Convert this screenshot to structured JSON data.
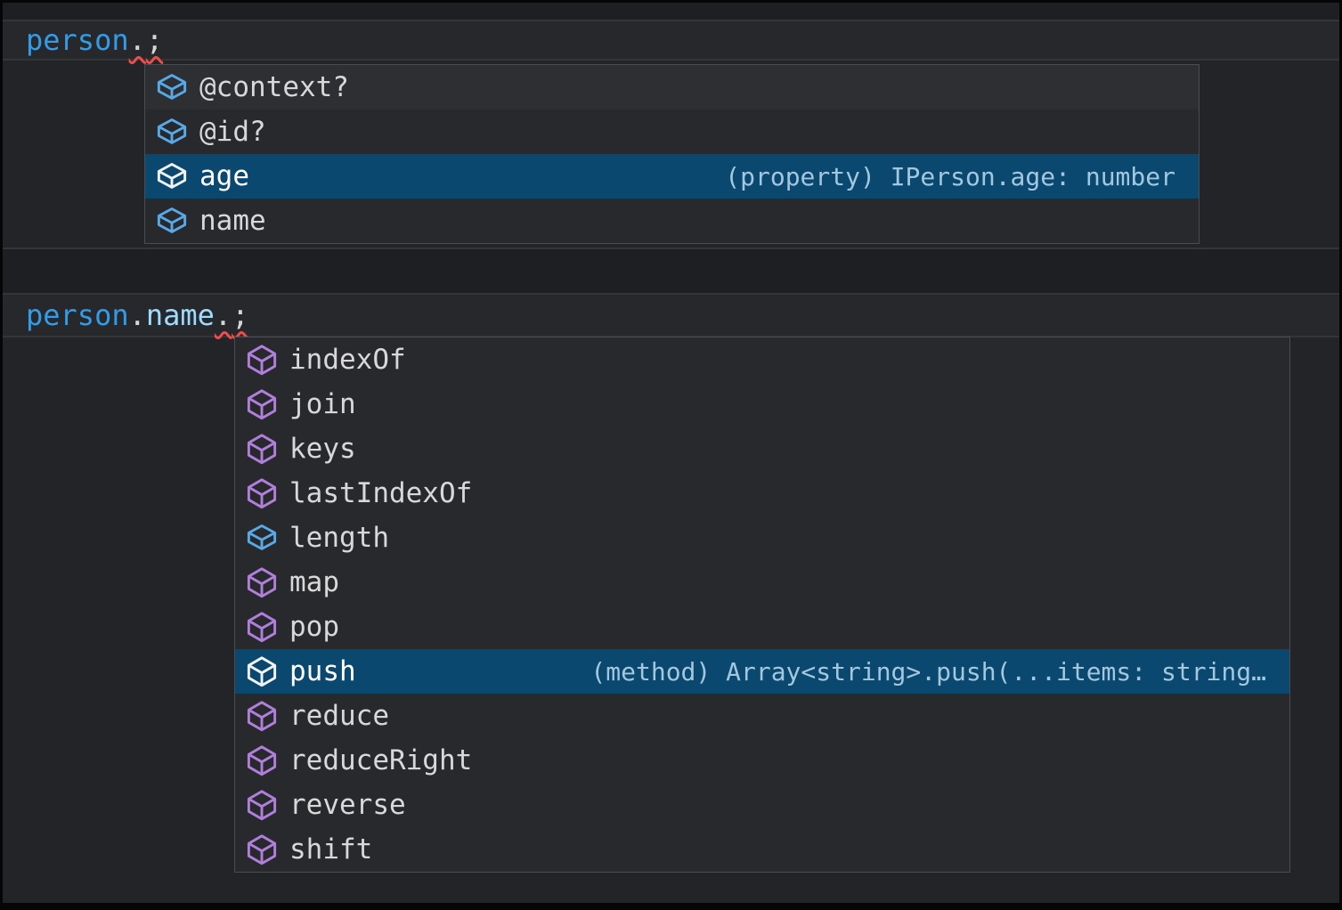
{
  "colors": {
    "selection_background": "#0a4870",
    "error_squiggle": "#f14c4c",
    "field_icon_blue": "#58a9e6",
    "method_icon_purple": "#b07fdb",
    "selected_icon_white": "#f2f2f2",
    "variable_blue": "#339ce8",
    "property_light_blue": "#9cdcfe"
  },
  "editor": {
    "lines": [
      {
        "tokens": [
          {
            "text": "person",
            "kind": "variable"
          },
          {
            "text": ".",
            "kind": "punctuation",
            "squiggle": true
          },
          {
            "text": ";",
            "kind": "punctuation",
            "squiggle": true
          }
        ]
      },
      {
        "tokens": [
          {
            "text": "person",
            "kind": "variable"
          },
          {
            "text": ".",
            "kind": "punctuation"
          },
          {
            "text": "name",
            "kind": "property"
          },
          {
            "text": ".",
            "kind": "punctuation",
            "squiggle": true
          },
          {
            "text": ";",
            "kind": "punctuation",
            "squiggle": true
          }
        ]
      }
    ]
  },
  "suggest_person": {
    "items": [
      {
        "label": "@context?",
        "kind": "field"
      },
      {
        "label": "@id?",
        "kind": "field"
      },
      {
        "label": "age",
        "kind": "field",
        "selected": true,
        "detail": "(property) IPerson.age: number"
      },
      {
        "label": "name",
        "kind": "field"
      }
    ]
  },
  "suggest_person_name": {
    "items": [
      {
        "label": "indexOf",
        "kind": "method"
      },
      {
        "label": "join",
        "kind": "method"
      },
      {
        "label": "keys",
        "kind": "method"
      },
      {
        "label": "lastIndexOf",
        "kind": "method"
      },
      {
        "label": "length",
        "kind": "field"
      },
      {
        "label": "map",
        "kind": "method"
      },
      {
        "label": "pop",
        "kind": "method"
      },
      {
        "label": "push",
        "kind": "method",
        "selected": true,
        "detail": "(method) Array<string>.push(...items: string…"
      },
      {
        "label": "reduce",
        "kind": "method"
      },
      {
        "label": "reduceRight",
        "kind": "method"
      },
      {
        "label": "reverse",
        "kind": "method"
      },
      {
        "label": "shift",
        "kind": "method"
      }
    ]
  }
}
